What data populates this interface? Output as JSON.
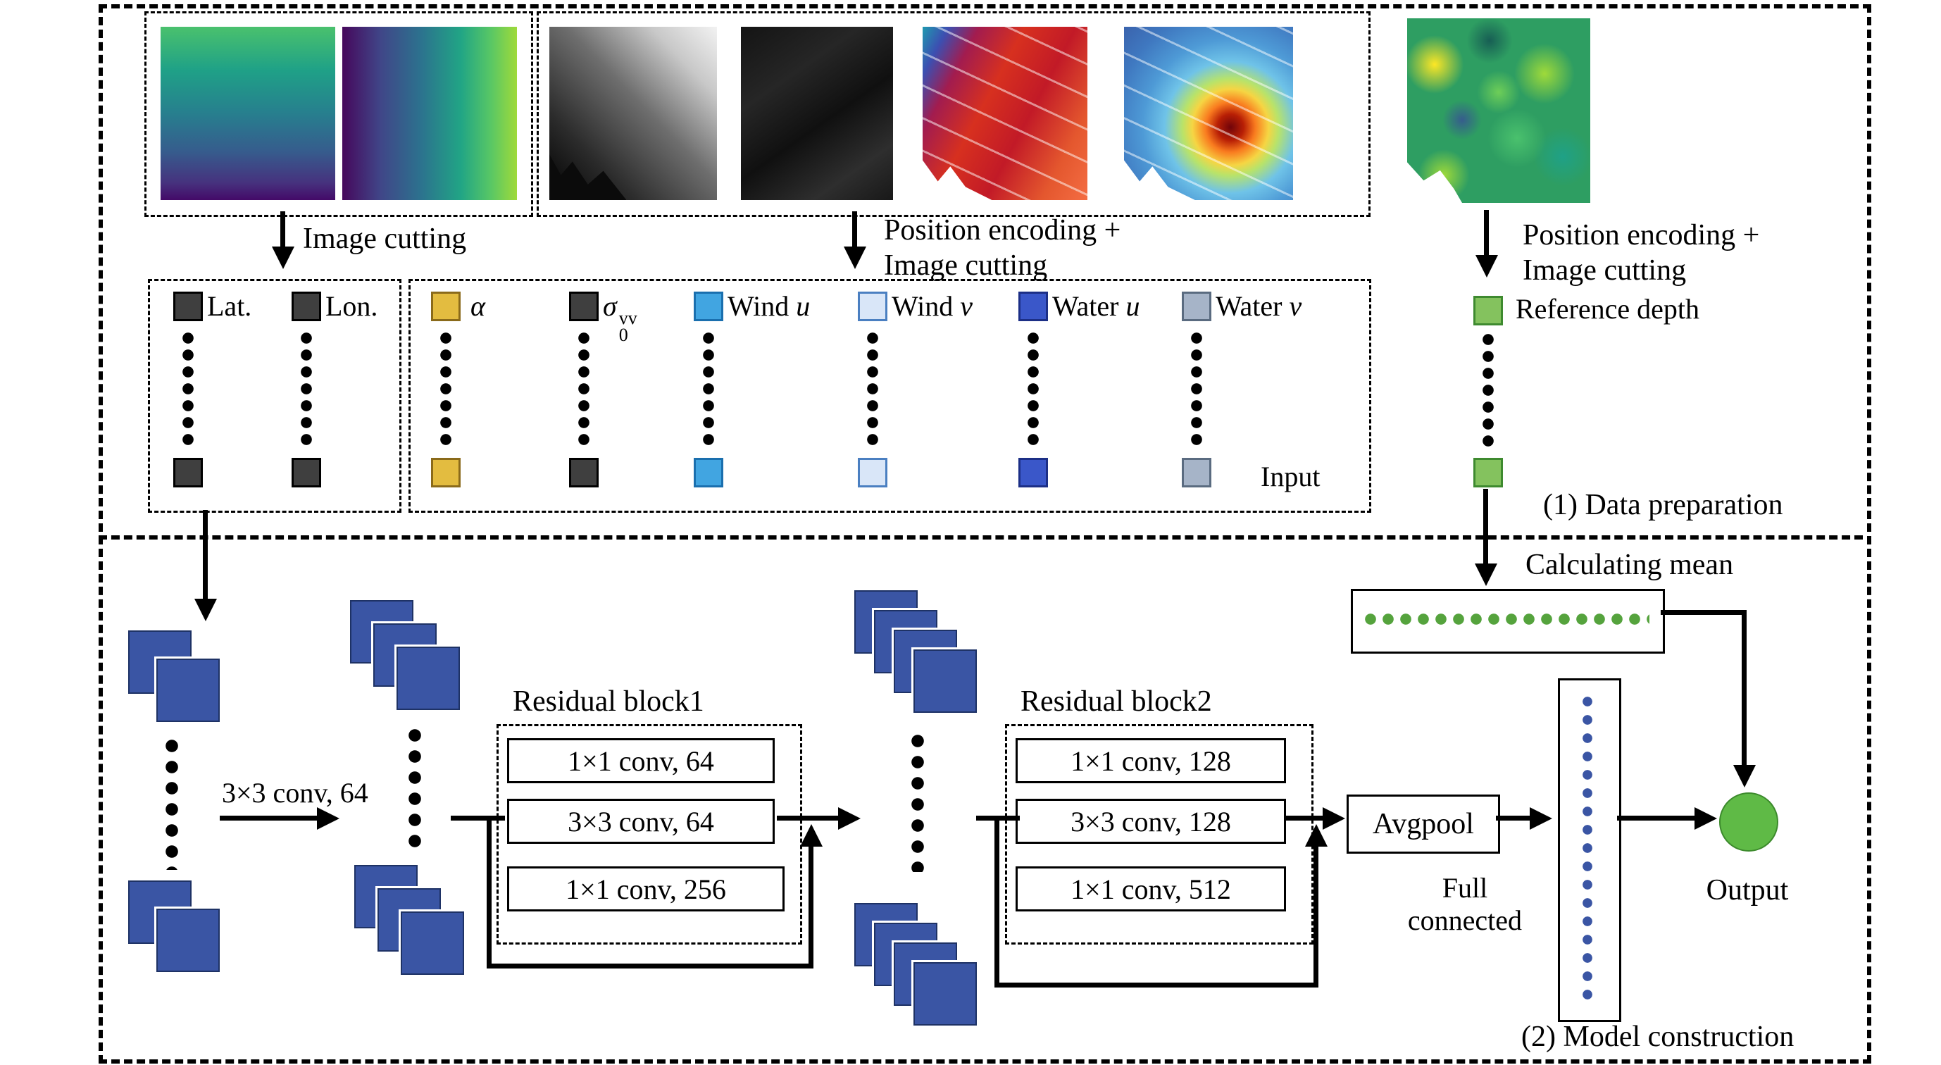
{
  "colors": {
    "feature_map_blue": "#3A55A4",
    "output_green": "#5FBA46",
    "mean_dot_green": "#55A33D",
    "fc_dot_blue": "#3A55A4",
    "dark_square_fill": "#3F3F3F",
    "dark_square_border": "#000000",
    "reference_green_fill": "#84C25E",
    "reference_green_border": "#3E8A2F"
  },
  "section1": {
    "title": "(1) Data preparation",
    "image_cutting_label": "Image cutting",
    "position_encoding_label_line1": "Position encoding +",
    "position_encoding_label_line2": "Image cutting",
    "latlon_channels": [
      {
        "label": "Lat."
      },
      {
        "label": "Lon."
      }
    ],
    "input_channels": [
      {
        "prefix": "",
        "variable": "α",
        "fill": "#E3BC40",
        "border": "#8A6A1A"
      },
      {
        "prefix": "σ",
        "sub": "0",
        "sup": "vv",
        "fill": "#3F3F3F",
        "border": "#000000"
      },
      {
        "prefix": "Wind ",
        "variable": "u",
        "fill": "#41A5E1",
        "border": "#1A6FAE"
      },
      {
        "prefix": "Wind ",
        "variable": "v",
        "fill": "#D9E6F8",
        "border": "#4A7FC1"
      },
      {
        "prefix": "Water ",
        "variable": "u",
        "fill": "#3A57C9",
        "border": "#1C2F86"
      },
      {
        "prefix": "Water ",
        "variable": "v",
        "fill": "#A6B4C8",
        "border": "#5A6B80"
      }
    ],
    "input_label": "Input",
    "reference_depth_label": "Reference depth"
  },
  "section2": {
    "title": "(2) Model construction",
    "conv_label": "3×3 conv, 64",
    "residual_block1": {
      "title": "Residual block1",
      "layers": [
        "1×1 conv, 64",
        "3×3 conv, 64",
        "1×1 conv, 256"
      ]
    },
    "residual_block2": {
      "title": "Residual block2",
      "layers": [
        "1×1 conv, 128",
        "3×3 conv, 128",
        "1×1 conv, 512"
      ]
    },
    "avgpool_label": "Avgpool",
    "full_connected_line1": "Full",
    "full_connected_line2": "connected",
    "calculating_mean_label": "Calculating mean",
    "output_label": "Output"
  }
}
